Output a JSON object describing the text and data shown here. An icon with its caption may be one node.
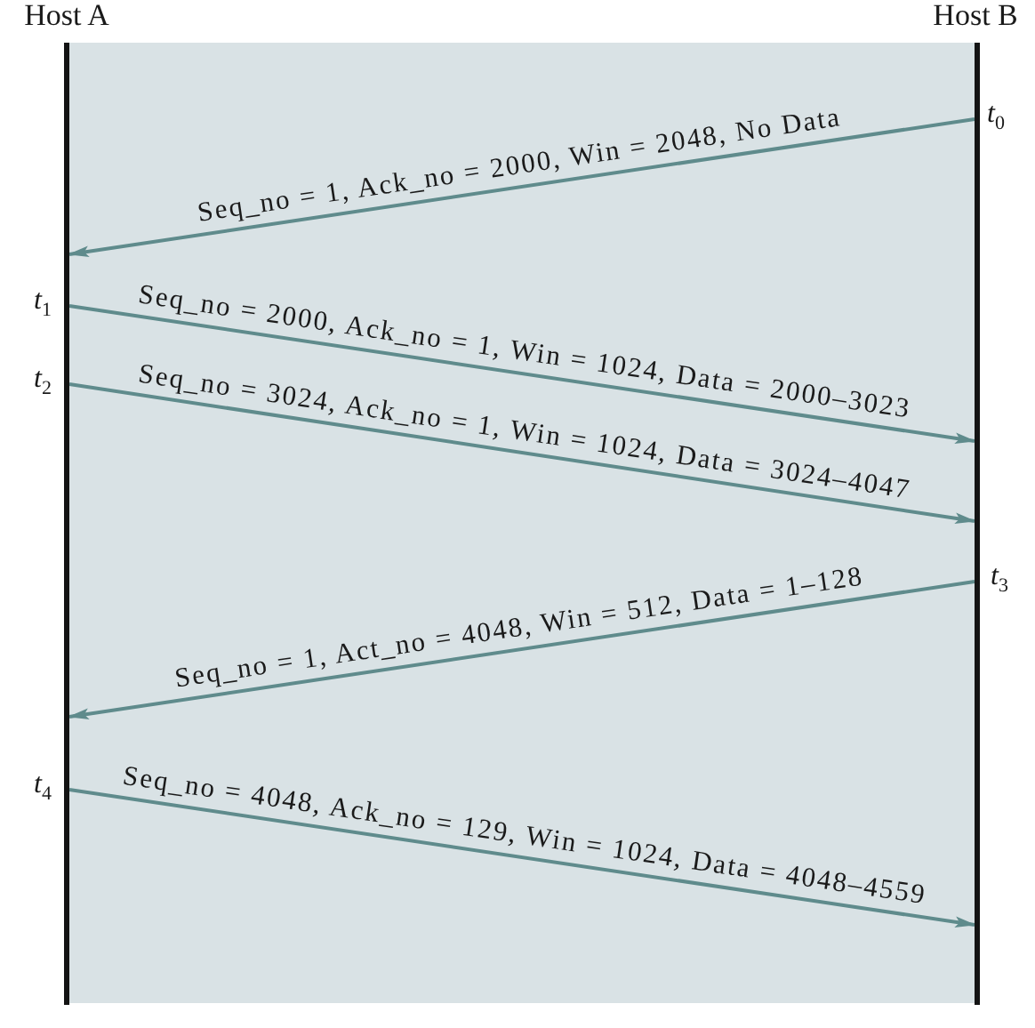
{
  "diagram": {
    "nodes": [
      {
        "text": [
          "Host A"
        ]
      },
      {
        "text": [
          "Host B"
        ]
      }
    ],
    "edges": [
      {
        "from": 1,
        "to": 0,
        "arrow": "to",
        "label": "Seq_no = 1, Ack_no = 2000, Win = 2048, No Data"
      },
      {
        "from": 0,
        "to": 1,
        "arrow": "to",
        "label": "Seq_no = 2000, Ack_no = 1, Win = 1024, Data = 2000–3023"
      },
      {
        "from": 0,
        "to": 1,
        "arrow": "to",
        "label": "Seq_no = 3024, Ack_no = 1, Win = 1024, Data = 3024–4047"
      },
      {
        "from": 1,
        "to": 0,
        "arrow": "to",
        "label": "Seq_no = 1, Act_no = 4048, Win = 512, Data = 1–128"
      },
      {
        "from": 0,
        "to": 1,
        "arrow": "to",
        "label": "Seq_no = 4048, Ack_no = 129, Win = 1024, Data = 4048–4559"
      }
    ],
    "labels": [
      "*t*$_{0}$",
      "*t*$_{1}$",
      "*t*$_{2}$",
      "*t*$_{3}$",
      "*t*$_{4}$"
    ]
  }
}
